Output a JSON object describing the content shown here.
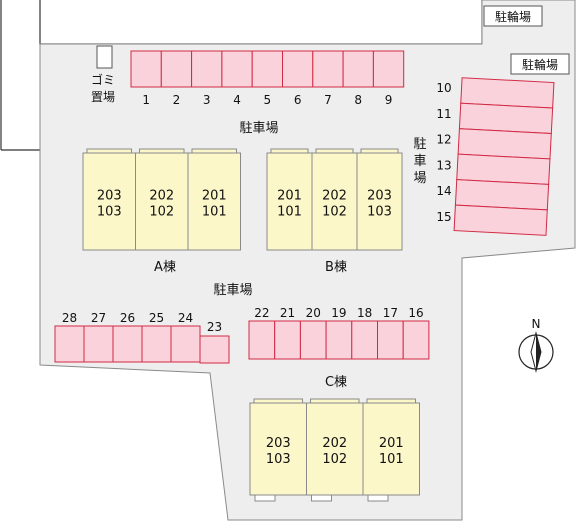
{
  "colors": {
    "lot": "#eeeeee",
    "lot_border": "#8a8a8a",
    "parking_fill": "#f9d2dc",
    "parking_border": "#d22a44",
    "unit_fill": "#fbf7c9",
    "unit_border": "#8a8a8a",
    "text": "#111111"
  },
  "labels": {
    "bicycle_parking": "駐輪場",
    "garbage_line1": "ゴミ",
    "garbage_line2": "置場",
    "parking_top": "駐車場",
    "parking_mid": "駐車場",
    "parking_right": [
      "駐",
      "車",
      "場"
    ],
    "building_a": "A棟",
    "building_b": "B棟",
    "building_c": "C棟",
    "north": "N"
  },
  "parking": {
    "top_row": [
      "1",
      "2",
      "3",
      "4",
      "5",
      "6",
      "7",
      "8",
      "9"
    ],
    "right_column": [
      "10",
      "11",
      "12",
      "13",
      "14",
      "15"
    ],
    "left_row": [
      "28",
      "27",
      "26",
      "25",
      "24",
      "23"
    ],
    "center_row": [
      "22",
      "21",
      "20",
      "19",
      "18",
      "17",
      "16"
    ]
  },
  "buildings": {
    "a": [
      [
        "203",
        "103"
      ],
      [
        "202",
        "102"
      ],
      [
        "201",
        "101"
      ]
    ],
    "b": [
      [
        "201",
        "101"
      ],
      [
        "202",
        "102"
      ],
      [
        "203",
        "103"
      ]
    ],
    "c": [
      [
        "203",
        "103"
      ],
      [
        "202",
        "102"
      ],
      [
        "201",
        "101"
      ]
    ]
  },
  "icons": [
    "north-arrow-icon"
  ]
}
